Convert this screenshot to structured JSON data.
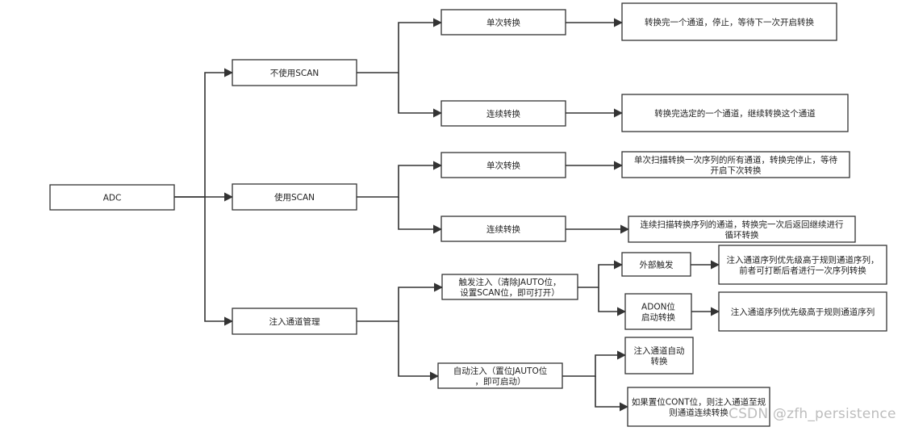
{
  "nodes": {
    "adc": "ADC",
    "no_scan": "不使用SCAN",
    "scan": "使用SCAN",
    "injected": "注入通道管理",
    "ns_single": "单次转换",
    "ns_continuous": "连续转换",
    "ns_single_desc": "转换完一个通道，停止，等待下一次开启转换",
    "ns_continuous_desc": "转换完选定的一个通道，继续转换这个通道",
    "s_single": "单次转换",
    "s_continuous": "连续转换",
    "s_single_desc": "单次扫描转换一次序列的所有通道，转换完停止，等待开启下次转换",
    "s_continuous_desc": "连续扫描转换序列的通道，转换完一次后返回继续进行循环转换",
    "trigger_inject": "触发注入（清除JAUTO位，设置SCAN位，即可打开）",
    "auto_inject": "自动注入（置位JAUTO位，即可启动）",
    "external_trigger": "外部触发",
    "external_trigger_desc": "注入通道序列优先级高于规则通道序列，前者可打断后者进行一次序列转换",
    "adon_trigger": "ADON位启动转换",
    "adon_trigger_desc": "注入通道序列优先级高于规则通道序列",
    "auto_convert": "注入通道自动转换",
    "cont_convert": "如果置位CONT位，则注入通道至规则通道连续转换"
  },
  "watermark": "CSDN @zfh_persistence",
  "colors": {
    "stroke": "#333333",
    "fill": "#ffffff",
    "text": "#222222",
    "watermark": "#bdbdbd"
  }
}
